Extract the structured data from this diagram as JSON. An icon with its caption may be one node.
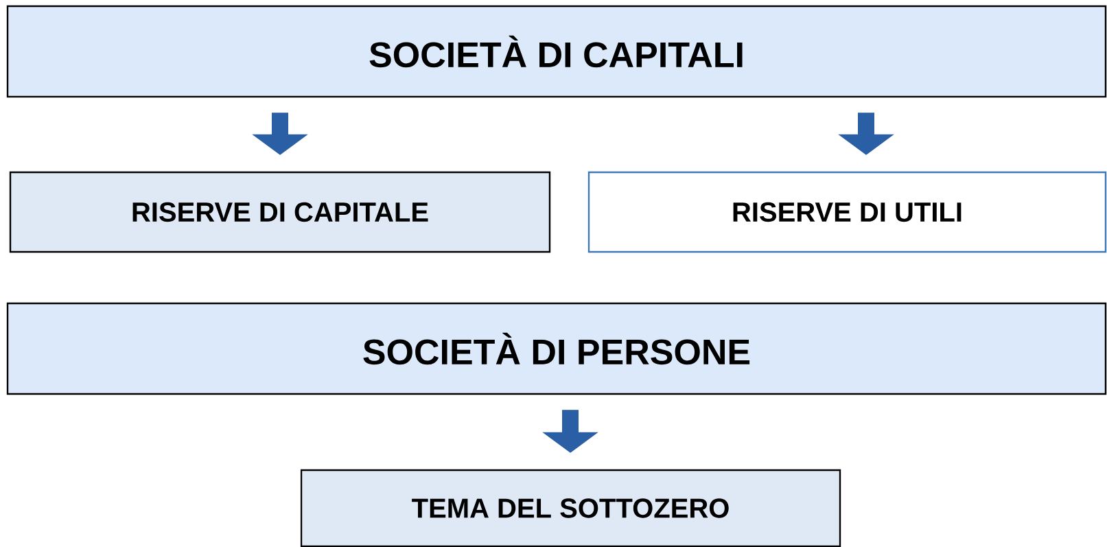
{
  "diagram": {
    "nodes": [
      {
        "text": [
          "SOCIETÀ DI CAPITALI"
        ]
      },
      {
        "text": [
          "RISERVE DI CAPITALE"
        ]
      },
      {
        "text": [
          "RISERVE DI UTILI"
        ]
      },
      {
        "text": [
          "SOCIETÀ DI PERSONE"
        ]
      },
      {
        "text": [
          "TEMA DEL SOTTOZERO"
        ]
      }
    ],
    "edges": [
      {
        "from": 0,
        "to": 1,
        "arrow": "to"
      },
      {
        "from": 0,
        "to": 2,
        "arrow": "to"
      },
      {
        "from": 3,
        "to": 4,
        "arrow": "to"
      }
    ]
  }
}
